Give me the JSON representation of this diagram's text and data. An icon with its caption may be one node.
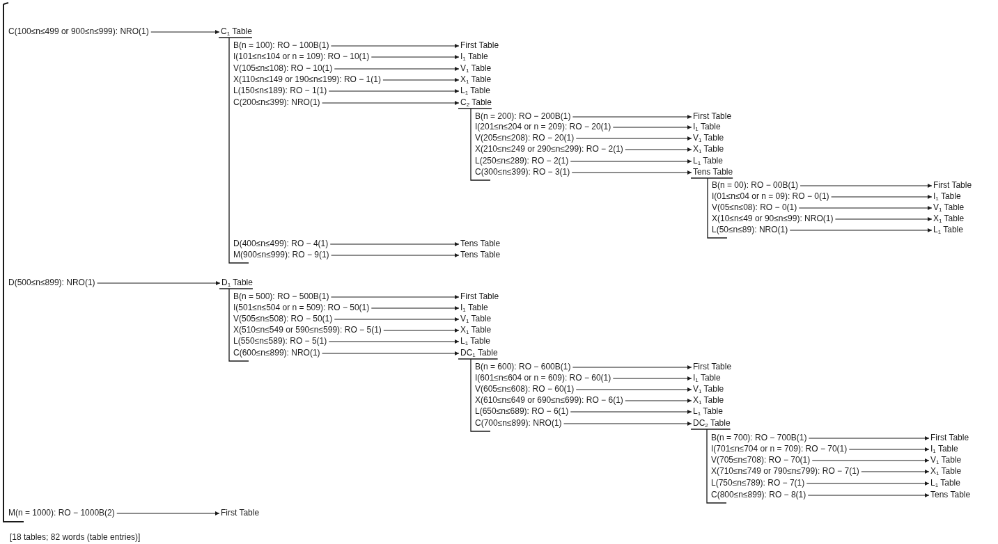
{
  "diagram": {
    "caption": "[18 tables; 82 words (table entries)]",
    "nodes": [
      {
        "text": [
          "C(100≤n≤499 or 900≤n≤999): NRO(1)"
        ]
      },
      {
        "text": [
          "C$_{1}$ Table"
        ]
      },
      {
        "text": [
          "B(n = 100): RO − 100B(1)"
        ]
      },
      {
        "text": [
          "First Table"
        ]
      },
      {
        "text": [
          "I(101≤n≤104 or n = 109): RO − 10(1)"
        ]
      },
      {
        "text": [
          "I$_{1}$ Table"
        ]
      },
      {
        "text": [
          "V(105≤n≤108): RO − 10(1)"
        ]
      },
      {
        "text": [
          "V$_{1}$ Table"
        ]
      },
      {
        "text": [
          "X(110≤n≤149 or 190≤n≤199): RO − 1(1)"
        ]
      },
      {
        "text": [
          "X$_{1}$ Table"
        ]
      },
      {
        "text": [
          "L(150≤n≤189): RO − 1(1)"
        ]
      },
      {
        "text": [
          "L$_{1}$ Table"
        ]
      },
      {
        "text": [
          "C(200≤n≤399): NRO(1)"
        ]
      },
      {
        "text": [
          "C$_{2}$ Table"
        ]
      },
      {
        "text": [
          "B(n = 200): RO − 200B(1)"
        ]
      },
      {
        "text": [
          "First Table"
        ]
      },
      {
        "text": [
          "I(201≤n≤204 or n = 209): RO − 20(1)"
        ]
      },
      {
        "text": [
          "I$_{1}$ Table"
        ]
      },
      {
        "text": [
          "V(205≤n≤208): RO − 20(1)"
        ]
      },
      {
        "text": [
          "V$_{1}$ Table"
        ]
      },
      {
        "text": [
          "X(210≤n≤249 or 290≤n≤299): RO − 2(1)"
        ]
      },
      {
        "text": [
          "X$_{1}$ Table"
        ]
      },
      {
        "text": [
          "L(250≤n≤289): RO − 2(1)"
        ]
      },
      {
        "text": [
          "L$_{1}$ Table"
        ]
      },
      {
        "text": [
          "C(300≤n≤399): RO − 3(1)"
        ]
      },
      {
        "text": [
          "Tens Table"
        ]
      },
      {
        "text": [
          "B(n = 00): RO − 00B(1)"
        ]
      },
      {
        "text": [
          "First Table"
        ]
      },
      {
        "text": [
          "I(01≤n≤04 or n = 09): RO − 0(1)"
        ]
      },
      {
        "text": [
          "I$_{1}$ Table"
        ]
      },
      {
        "text": [
          "V(05≤n≤08): RO − 0(1)"
        ]
      },
      {
        "text": [
          "V$_{1}$ Table"
        ]
      },
      {
        "text": [
          "X(10≤n≤49 or 90≤n≤99): NRO(1)"
        ]
      },
      {
        "text": [
          "X$_{1}$ Table"
        ]
      },
      {
        "text": [
          "L(50≤n≤89): NRO(1)"
        ]
      },
      {
        "text": [
          "L$_{1}$ Table"
        ]
      },
      {
        "text": [
          "D(400≤n≤499): RO − 4(1)"
        ]
      },
      {
        "text": [
          "Tens Table"
        ]
      },
      {
        "text": [
          "M(900≤n≤999): RO − 9(1)"
        ]
      },
      {
        "text": [
          "Tens Table"
        ]
      },
      {
        "text": [
          "D(500≤n≤899): NRO(1)"
        ]
      },
      {
        "text": [
          "D$_{1}$ Table"
        ]
      },
      {
        "text": [
          "B(n = 500): RO − 500B(1)"
        ]
      },
      {
        "text": [
          "First Table"
        ]
      },
      {
        "text": [
          "I(501≤n≤504 or n = 509): RO − 50(1)"
        ]
      },
      {
        "text": [
          "I$_{1}$ Table"
        ]
      },
      {
        "text": [
          "V(505≤n≤508): RO − 50(1)"
        ]
      },
      {
        "text": [
          "V$_{1}$ Table"
        ]
      },
      {
        "text": [
          "X(510≤n≤549 or 590≤n≤599): RO − 5(1)"
        ]
      },
      {
        "text": [
          "X$_{1}$ Table"
        ]
      },
      {
        "text": [
          "L(550≤n≤589): RO − 5(1)"
        ]
      },
      {
        "text": [
          "L$_{1}$ Table"
        ]
      },
      {
        "text": [
          "C(600≤n≤899): NRO(1)"
        ]
      },
      {
        "text": [
          "DC$_{1}$ Table"
        ]
      },
      {
        "text": [
          "B(n = 600): RO − 600B(1)"
        ]
      },
      {
        "text": [
          "First Table"
        ]
      },
      {
        "text": [
          "I(601≤n≤604 or n = 609): RO − 60(1)"
        ]
      },
      {
        "text": [
          "I$_{1}$ Table"
        ]
      },
      {
        "text": [
          "V(605≤n≤608): RO − 60(1)"
        ]
      },
      {
        "text": [
          "V$_{1}$ Table"
        ]
      },
      {
        "text": [
          "X(610≤n≤649 or 690≤n≤699): RO − 6(1)"
        ]
      },
      {
        "text": [
          "X$_{1}$ Table"
        ]
      },
      {
        "text": [
          "L(650≤n≤689): RO − 6(1)"
        ]
      },
      {
        "text": [
          "L$_{1}$ Table"
        ]
      },
      {
        "text": [
          "C(700≤n≤899): NRO(1)"
        ]
      },
      {
        "text": [
          "DC$_{2}$ Table"
        ]
      },
      {
        "text": [
          "B(n = 700): RO − 700B(1)"
        ]
      },
      {
        "text": [
          "First Table"
        ]
      },
      {
        "text": [
          "I(701≤n≤704 or n = 709): RO − 70(1)"
        ]
      },
      {
        "text": [
          "I$_{1}$ Table"
        ]
      },
      {
        "text": [
          "V(705≤n≤708): RO − 70(1)"
        ]
      },
      {
        "text": [
          "V$_{1}$ Table"
        ]
      },
      {
        "text": [
          "X(710≤n≤749 or 790≤n≤799): RO − 7(1)"
        ]
      },
      {
        "text": [
          "X$_{1}$ Table"
        ]
      },
      {
        "text": [
          "L(750≤n≤789): RO − 7(1)"
        ]
      },
      {
        "text": [
          "L$_{1}$ Table"
        ]
      },
      {
        "text": [
          "C(800≤n≤899): RO − 8(1)"
        ]
      },
      {
        "text": [
          "Tens Table"
        ]
      },
      {
        "text": [
          "M(n = 1000): RO − 1000B(2)"
        ]
      },
      {
        "text": [
          "First Table"
        ]
      }
    ],
    "edges": [
      {
        "from": 0,
        "to": 1,
        "arrow": "to"
      },
      {
        "from": 2,
        "to": 3,
        "arrow": "to"
      },
      {
        "from": 4,
        "to": 5,
        "arrow": "to"
      },
      {
        "from": 6,
        "to": 7,
        "arrow": "to"
      },
      {
        "from": 8,
        "to": 9,
        "arrow": "to"
      },
      {
        "from": 10,
        "to": 11,
        "arrow": "to"
      },
      {
        "from": 12,
        "to": 13,
        "arrow": "to"
      },
      {
        "from": 14,
        "to": 15,
        "arrow": "to"
      },
      {
        "from": 16,
        "to": 17,
        "arrow": "to"
      },
      {
        "from": 18,
        "to": 19,
        "arrow": "to"
      },
      {
        "from": 20,
        "to": 21,
        "arrow": "to"
      },
      {
        "from": 22,
        "to": 23,
        "arrow": "to"
      },
      {
        "from": 24,
        "to": 25,
        "arrow": "to"
      },
      {
        "from": 26,
        "to": 27,
        "arrow": "to"
      },
      {
        "from": 28,
        "to": 29,
        "arrow": "to"
      },
      {
        "from": 30,
        "to": 31,
        "arrow": "to"
      },
      {
        "from": 32,
        "to": 33,
        "arrow": "to"
      },
      {
        "from": 34,
        "to": 35,
        "arrow": "to"
      },
      {
        "from": 36,
        "to": 37,
        "arrow": "to"
      },
      {
        "from": 38,
        "to": 39,
        "arrow": "to"
      },
      {
        "from": 40,
        "to": 41,
        "arrow": "to"
      },
      {
        "from": 42,
        "to": 43,
        "arrow": "to"
      },
      {
        "from": 44,
        "to": 45,
        "arrow": "to"
      },
      {
        "from": 46,
        "to": 47,
        "arrow": "to"
      },
      {
        "from": 48,
        "to": 49,
        "arrow": "to"
      },
      {
        "from": 50,
        "to": 51,
        "arrow": "to"
      },
      {
        "from": 52,
        "to": 53,
        "arrow": "to"
      },
      {
        "from": 54,
        "to": 55,
        "arrow": "to"
      },
      {
        "from": 56,
        "to": 57,
        "arrow": "to"
      },
      {
        "from": 58,
        "to": 59,
        "arrow": "to"
      },
      {
        "from": 60,
        "to": 61,
        "arrow": "to"
      },
      {
        "from": 62,
        "to": 63,
        "arrow": "to"
      },
      {
        "from": 64,
        "to": 65,
        "arrow": "to"
      },
      {
        "from": 66,
        "to": 67,
        "arrow": "to"
      },
      {
        "from": 68,
        "to": 69,
        "arrow": "to"
      },
      {
        "from": 70,
        "to": 71,
        "arrow": "to"
      },
      {
        "from": 72,
        "to": 73,
        "arrow": "to"
      },
      {
        "from": 74,
        "to": 75,
        "arrow": "to"
      },
      {
        "from": 76,
        "to": 77,
        "arrow": "to"
      },
      {
        "from": 78,
        "to": 79,
        "arrow": "to"
      }
    ]
  }
}
